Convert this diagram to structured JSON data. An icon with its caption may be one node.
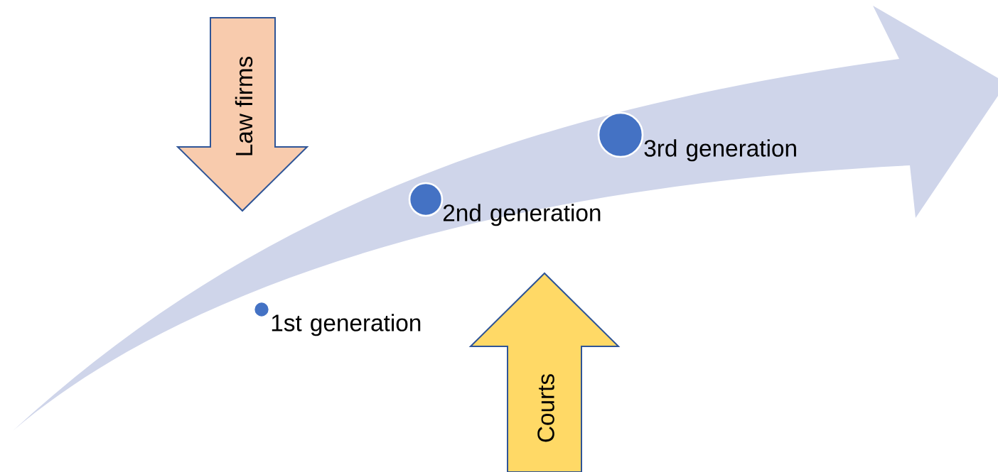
{
  "diagram": {
    "nodes": [
      {
        "text": [
          "Law firms"
        ]
      },
      {
        "text": [],
        "shape": "circle",
        "beside": [
          "1st generation"
        ]
      },
      {
        "text": [],
        "shape": "circle",
        "beside": [
          "2nd generation"
        ]
      },
      {
        "text": [],
        "shape": "circle",
        "beside": [
          "3rd generation"
        ]
      },
      {
        "text": [
          "Courts"
        ]
      }
    ]
  }
}
